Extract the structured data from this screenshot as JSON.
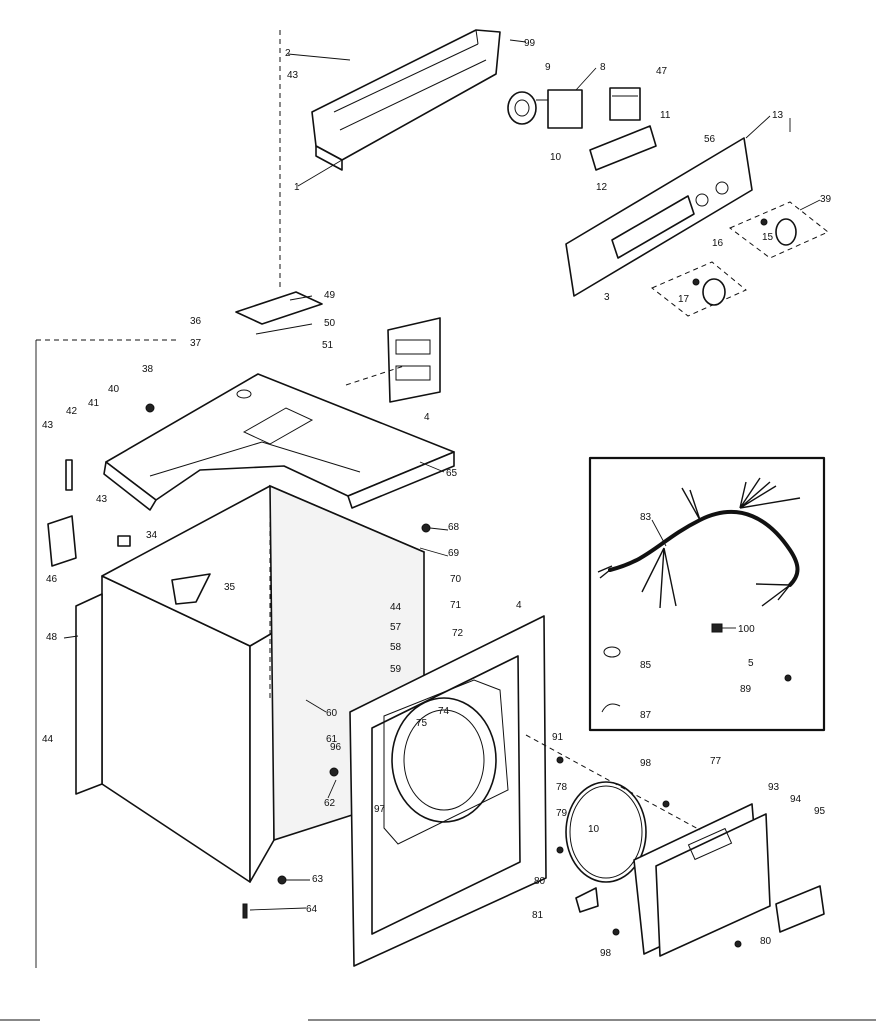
{
  "labels": [
    "99",
    "2",
    "43",
    "1",
    "9",
    "8",
    "47",
    "11",
    "56",
    "10",
    "12",
    "13",
    "39",
    "15",
    "16",
    "17",
    "3",
    "49",
    "36",
    "37",
    "50",
    "51",
    "38",
    "4",
    "40",
    "41",
    "42",
    "43",
    "43",
    "65",
    "34",
    "46",
    "35",
    "68",
    "69",
    "70",
    "44",
    "71",
    "4",
    "48",
    "57",
    "58",
    "59",
    "72",
    "60",
    "61",
    "96",
    "74",
    "75",
    "44",
    "62",
    "97",
    "91",
    "83",
    "100",
    "85",
    "5",
    "89",
    "87",
    "98",
    "77",
    "93",
    "94",
    "95",
    "78",
    "79",
    "10",
    "80",
    "81",
    "98",
    "80",
    "63",
    "64"
  ]
}
